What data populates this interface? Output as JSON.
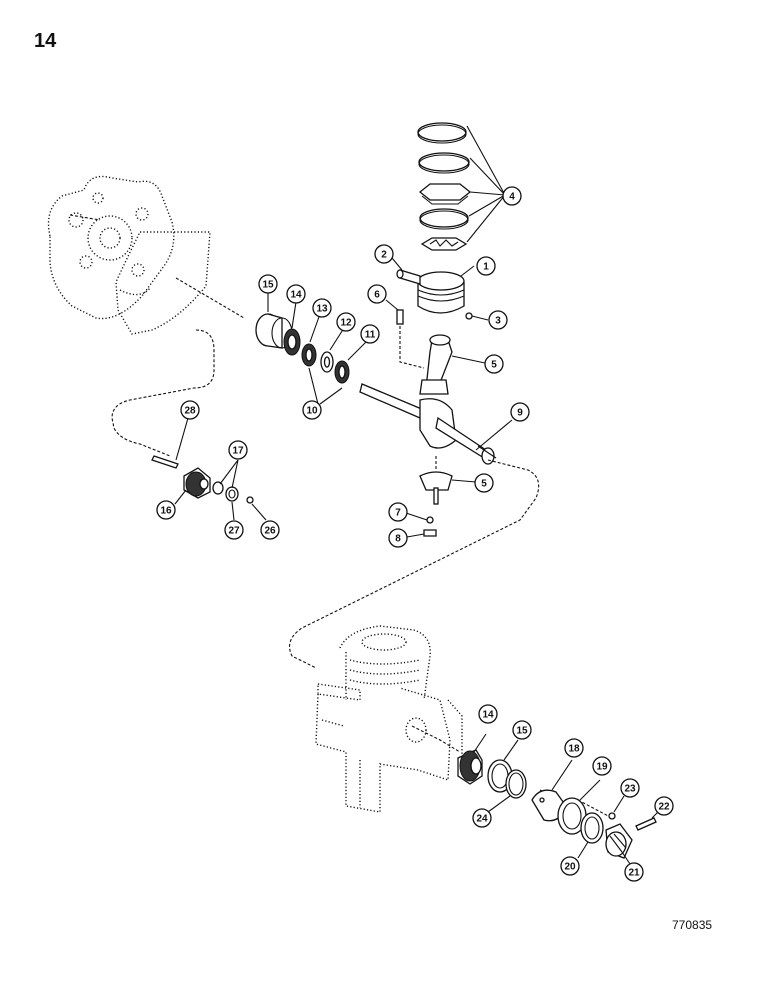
{
  "page_number": "14",
  "figure_code": "770835",
  "callouts": [
    {
      "id": "c1",
      "label": "1"
    },
    {
      "id": "c2",
      "label": "2"
    },
    {
      "id": "c3",
      "label": "3"
    },
    {
      "id": "c4",
      "label": "4"
    },
    {
      "id": "c5a",
      "label": "5"
    },
    {
      "id": "c5b",
      "label": "5"
    },
    {
      "id": "c6",
      "label": "6"
    },
    {
      "id": "c7",
      "label": "7"
    },
    {
      "id": "c8",
      "label": "8"
    },
    {
      "id": "c9",
      "label": "9"
    },
    {
      "id": "c10",
      "label": "10"
    },
    {
      "id": "c11",
      "label": "11"
    },
    {
      "id": "c12",
      "label": "12"
    },
    {
      "id": "c13",
      "label": "13"
    },
    {
      "id": "c14a",
      "label": "14"
    },
    {
      "id": "c14b",
      "label": "14"
    },
    {
      "id": "c15a",
      "label": "15"
    },
    {
      "id": "c15b",
      "label": "15"
    },
    {
      "id": "c16",
      "label": "16"
    },
    {
      "id": "c17",
      "label": "17"
    },
    {
      "id": "c18",
      "label": "18"
    },
    {
      "id": "c19",
      "label": "19"
    },
    {
      "id": "c20",
      "label": "20"
    },
    {
      "id": "c21",
      "label": "21"
    },
    {
      "id": "c22",
      "label": "22"
    },
    {
      "id": "c23",
      "label": "23"
    },
    {
      "id": "c24",
      "label": "24"
    },
    {
      "id": "c26",
      "label": "26"
    },
    {
      "id": "c27",
      "label": "27"
    },
    {
      "id": "c28",
      "label": "28"
    }
  ]
}
